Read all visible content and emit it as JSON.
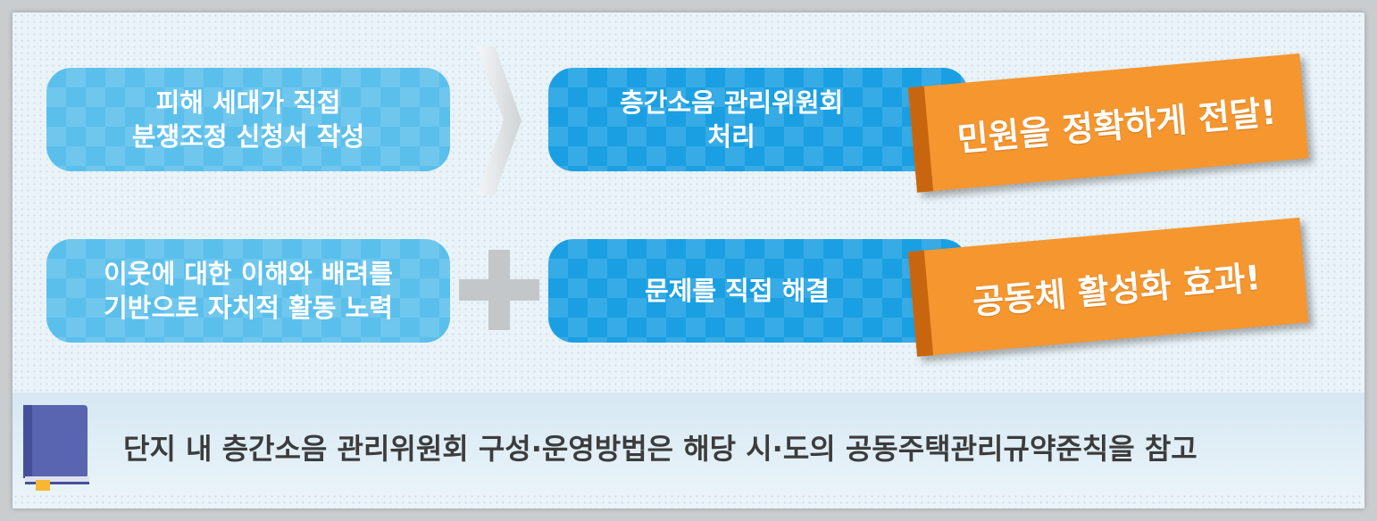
{
  "steps": {
    "row1_left": "피해 세대가 직접\n분쟁조정 신청서 작성",
    "row1_right": "층간소음 관리위원회\n처리",
    "row1_banner": "민원을 정확하게 전달!",
    "row2_left": "이웃에 대한 이해와 배려를\n기반으로 자치적 활동 노력",
    "row2_right": "문제를 직접 해결",
    "row2_banner": "공동체 활성화 효과!"
  },
  "note": {
    "text": "단지 내 층간소음 관리위원회 구성·운영방법은 해당 시·도의 공동주택관리규약준칙을 참고",
    "icon": "book-icon"
  },
  "colors": {
    "light_blue": "#5bbfec",
    "dark_blue": "#1a9fe2",
    "orange": "#f5962f",
    "orange_dark": "#c8650f"
  }
}
